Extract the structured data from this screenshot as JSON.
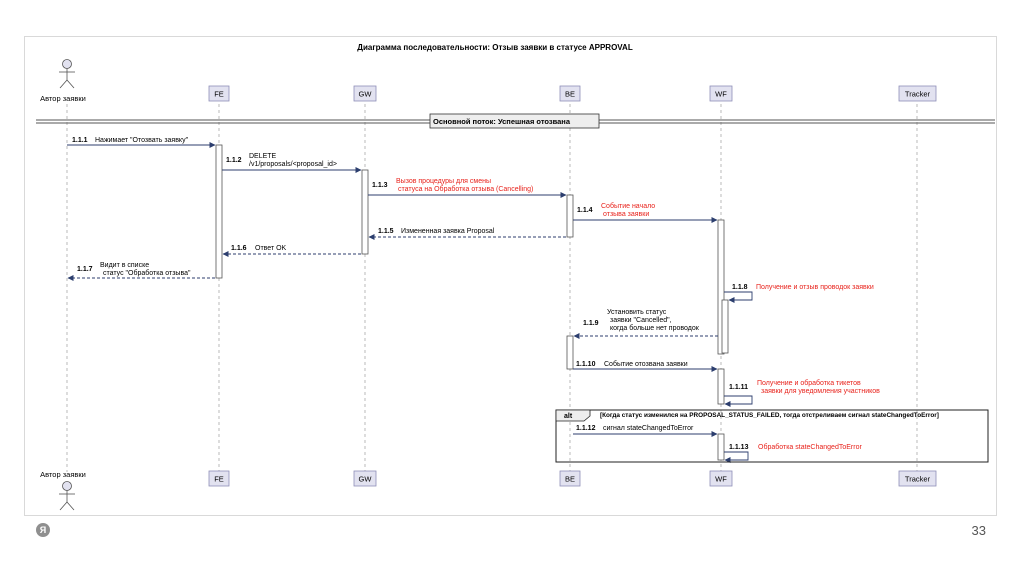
{
  "title": "Диаграмма последовательности: Отзыв заявки в статусе APPROVAL",
  "participants": {
    "actor": "Автор заявки",
    "fe": "FE",
    "gw": "GW",
    "be": "BE",
    "wf": "WF",
    "tracker": "Tracker"
  },
  "section_label": "Основной поток: Успешная отозвана",
  "messages": {
    "m111": {
      "num": "1.1.1",
      "text": "Нажимает \"Отозвать заявку\""
    },
    "m112": {
      "num": "1.1.2",
      "line1": "DELETE",
      "line2": "/v1/proposals/<proposal_id>"
    },
    "m113": {
      "num": "1.1.3",
      "line1": "Вызов процедуры для смены",
      "line2": "статуса на Обработка отзыва (Cancelling)"
    },
    "m114": {
      "num": "1.1.4",
      "line1": "Событие начало",
      "line2": "отзыва заявки"
    },
    "m115": {
      "num": "1.1.5",
      "text": "Измененная заявка Proposal"
    },
    "m116": {
      "num": "1.1.6",
      "text": "Ответ OK"
    },
    "m117": {
      "num": "1.1.7",
      "line1": "Видит в списке",
      "line2": "статус \"Обработка отзыва\""
    },
    "m118": {
      "num": "1.1.8",
      "text": "Получение и отзыв проводок заявки"
    },
    "m119": {
      "num": "1.1.9",
      "line1": "Установить статус",
      "line2": "заявки \"Cancelled\",",
      "line3": "когда больше нет проводок"
    },
    "m1110": {
      "num": "1.1.10",
      "text": "Событие отозвана заявки"
    },
    "m1111": {
      "num": "1.1.11",
      "line1": "Получение и обработка тикетов",
      "line2": "заявки для уведомления участников"
    },
    "m1112": {
      "num": "1.1.12",
      "text": "сигнал stateChangedToError"
    },
    "m1113": {
      "num": "1.1.13",
      "text": "Обработка stateChangedToError"
    }
  },
  "alt": {
    "keyword": "alt",
    "condition": "[Когда статус изменился на PROPOSAL_STATUS_FAILED, тогда отстреливаем сигнал stateChangedToError]"
  },
  "page_number": "33",
  "logo_glyph": "Я",
  "colors": {
    "red_text": "#e8221b",
    "participant_fill": "#e2e2f0",
    "participant_border": "#8e8eb8",
    "arrow": "#2c3e6e"
  }
}
